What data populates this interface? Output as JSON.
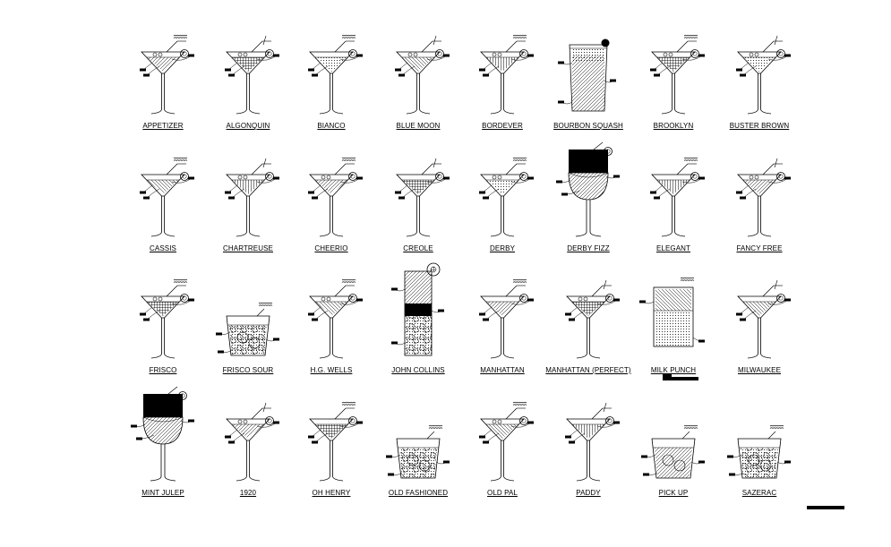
{
  "drawing": {
    "cocktails": [
      {
        "name": "APPETIZER",
        "glass": "martini"
      },
      {
        "name": "ALGONQUIN",
        "glass": "martini"
      },
      {
        "name": "BIANCO",
        "glass": "martini"
      },
      {
        "name": "BLUE MOON",
        "glass": "martini"
      },
      {
        "name": "BORDEVER",
        "glass": "martini"
      },
      {
        "name": "BOURBON SQUASH",
        "glass": "highball"
      },
      {
        "name": "BROOKLYN",
        "glass": "martini"
      },
      {
        "name": "BUSTER BROWN",
        "glass": "martini"
      },
      {
        "name": "CASSIS",
        "glass": "martini"
      },
      {
        "name": "CHARTREUSE",
        "glass": "martini"
      },
      {
        "name": "CHEERIO",
        "glass": "martini"
      },
      {
        "name": "CREOLE",
        "glass": "martini"
      },
      {
        "name": "DERBY",
        "glass": "martini"
      },
      {
        "name": "DERBY FIZZ",
        "glass": "goblet"
      },
      {
        "name": "ELEGANT",
        "glass": "martini"
      },
      {
        "name": "FANCY FREE",
        "glass": "martini"
      },
      {
        "name": "FRISCO",
        "glass": "martini"
      },
      {
        "name": "FRISCO SOUR",
        "glass": "rocks"
      },
      {
        "name": "H.G. WELLS",
        "glass": "martini"
      },
      {
        "name": "JOHN COLLINS",
        "glass": "collins"
      },
      {
        "name": "MANHATTAN",
        "glass": "martini"
      },
      {
        "name": "MANHATTAN (PERFECT)",
        "glass": "martini"
      },
      {
        "name": "MILK PUNCH",
        "glass": "tumbler"
      },
      {
        "name": "MILWAUKEE",
        "glass": "martini"
      },
      {
        "name": "MINT JULEP",
        "glass": "goblet"
      },
      {
        "name": "1920",
        "glass": "martini"
      },
      {
        "name": "OH HENRY",
        "glass": "martini"
      },
      {
        "name": "OLD FASHIONED",
        "glass": "rocks"
      },
      {
        "name": "OLD PAL",
        "glass": "martini"
      },
      {
        "name": "PADDY",
        "glass": "martini"
      },
      {
        "name": "PICK UP",
        "glass": "rocks"
      },
      {
        "name": "SAZERAC",
        "glass": "rocks"
      }
    ],
    "colors": {
      "ink": "#000000",
      "paper": "#ffffff"
    }
  }
}
